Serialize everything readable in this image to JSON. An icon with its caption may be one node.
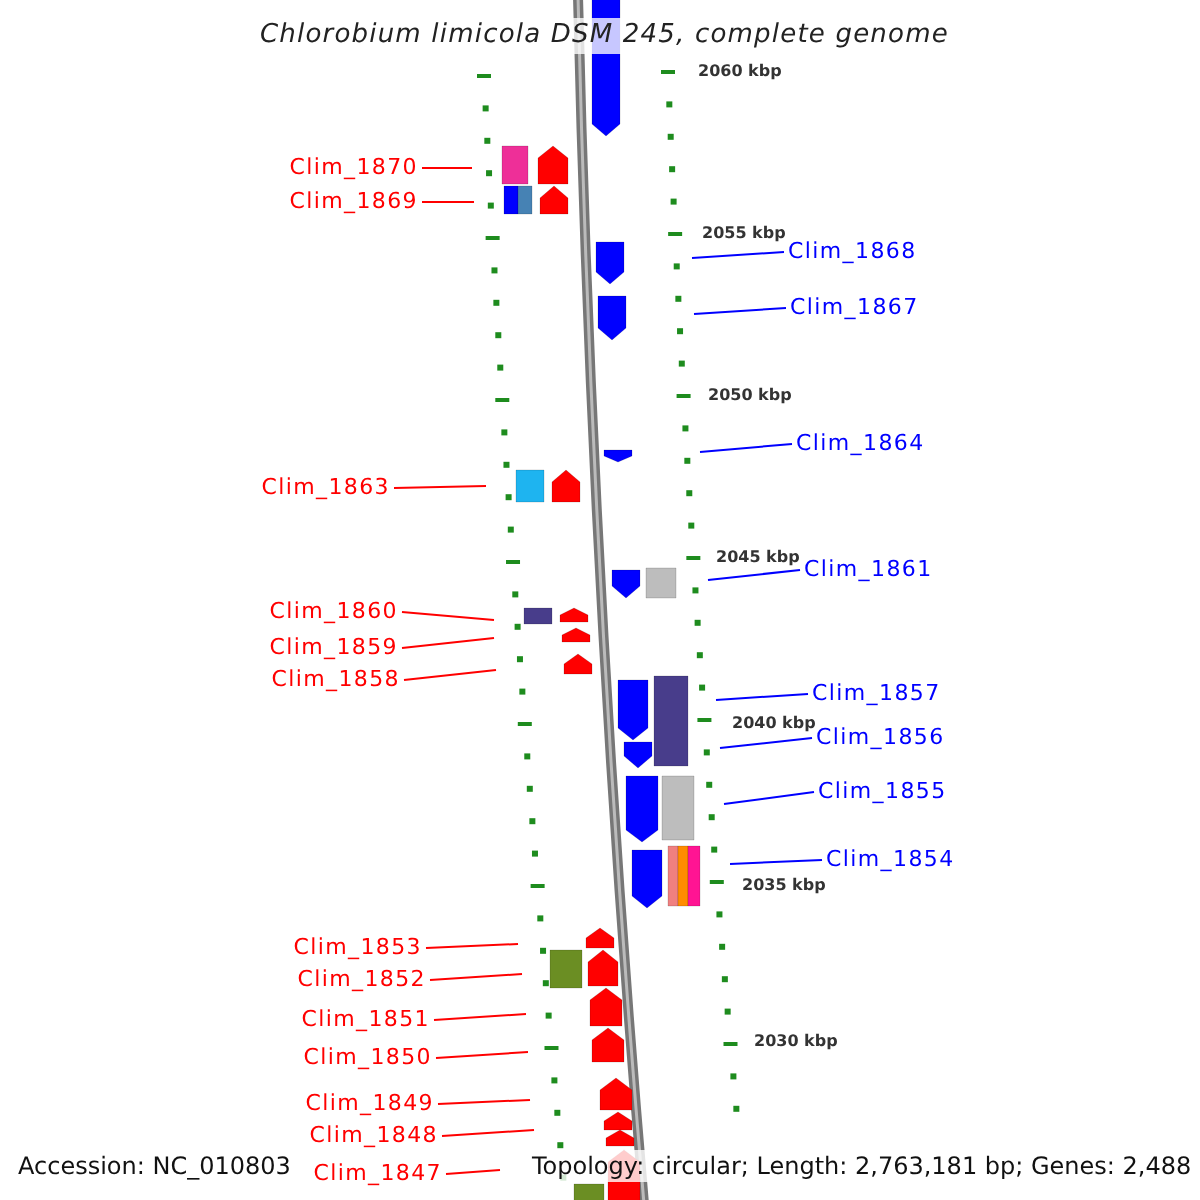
{
  "diagram": {
    "title": "Chlorobium limicola DSM 245, complete genome",
    "nodes": [
      {
        "text": [
          "Clim_1870"
        ]
      },
      {
        "text": [
          "Clim_1869"
        ]
      },
      {
        "text": [
          "Clim_1868"
        ]
      },
      {
        "text": [
          "Clim_1867"
        ]
      },
      {
        "text": [
          "Clim_1864"
        ]
      },
      {
        "text": [
          "Clim_1863"
        ]
      },
      {
        "text": [
          "Clim_1861"
        ]
      },
      {
        "text": [
          "Clim_1860"
        ]
      },
      {
        "text": [
          "Clim_1859"
        ]
      },
      {
        "text": [
          "Clim_1858"
        ]
      },
      {
        "text": [
          "Clim_1857"
        ]
      },
      {
        "text": [
          "Clim_1856"
        ]
      },
      {
        "text": [
          "Clim_1855"
        ]
      },
      {
        "text": [
          "Clim_1854"
        ]
      },
      {
        "text": [
          "Clim_1853"
        ]
      },
      {
        "text": [
          "Clim_1852"
        ]
      },
      {
        "text": [
          "Clim_1851"
        ]
      },
      {
        "text": [
          "Clim_1850"
        ]
      },
      {
        "text": [
          "Clim_1849"
        ]
      },
      {
        "text": [
          "Clim_1848"
        ]
      },
      {
        "text": [
          "Clim_1847"
        ]
      }
    ],
    "edges": [
      {
        "from": 0,
        "to": null,
        "arrow": "none"
      },
      {
        "from": 1,
        "to": null,
        "arrow": "none"
      },
      {
        "from": 2,
        "to": null,
        "arrow": "none",
        "color": "#0000ff"
      },
      {
        "from": 3,
        "to": null,
        "arrow": "none",
        "color": "#0000ff"
      },
      {
        "from": 4,
        "to": null,
        "arrow": "none",
        "color": "#0000ff"
      },
      {
        "from": 5,
        "to": null,
        "arrow": "none"
      },
      {
        "from": 6,
        "to": null,
        "arrow": "none",
        "color": "#0000ff"
      },
      {
        "from": 7,
        "to": null,
        "arrow": "none"
      },
      {
        "from": 8,
        "to": null,
        "arrow": "none"
      },
      {
        "from": 9,
        "to": null,
        "arrow": "none"
      },
      {
        "from": 10,
        "to": null,
        "arrow": "none",
        "color": "#0000ff"
      },
      {
        "from": 11,
        "to": null,
        "arrow": "none",
        "color": "#0000ff"
      },
      {
        "from": 12,
        "to": null,
        "arrow": "none",
        "color": "#0000ff"
      },
      {
        "from": 13,
        "to": null,
        "arrow": "none",
        "color": "#0000ff"
      },
      {
        "from": 14,
        "to": null,
        "arrow": "none"
      },
      {
        "from": 15,
        "to": null,
        "arrow": "none"
      },
      {
        "from": 16,
        "to": null,
        "arrow": "none"
      },
      {
        "from": 17,
        "to": null,
        "arrow": "none"
      },
      {
        "from": 18,
        "to": null,
        "arrow": "none"
      },
      {
        "from": 19,
        "to": null,
        "arrow": "none"
      },
      {
        "from": 20,
        "to": null,
        "arrow": "none"
      }
    ],
    "labels": [
      "2060 kbp",
      "2055 kbp",
      "2050 kbp",
      "2045 kbp",
      "2040 kbp",
      "2035 kbp",
      "2030 kbp",
      "Accession: NC_010803",
      "Topology: circular; Length: 2,763,181 bp; Genes: 2,488"
    ]
  }
}
